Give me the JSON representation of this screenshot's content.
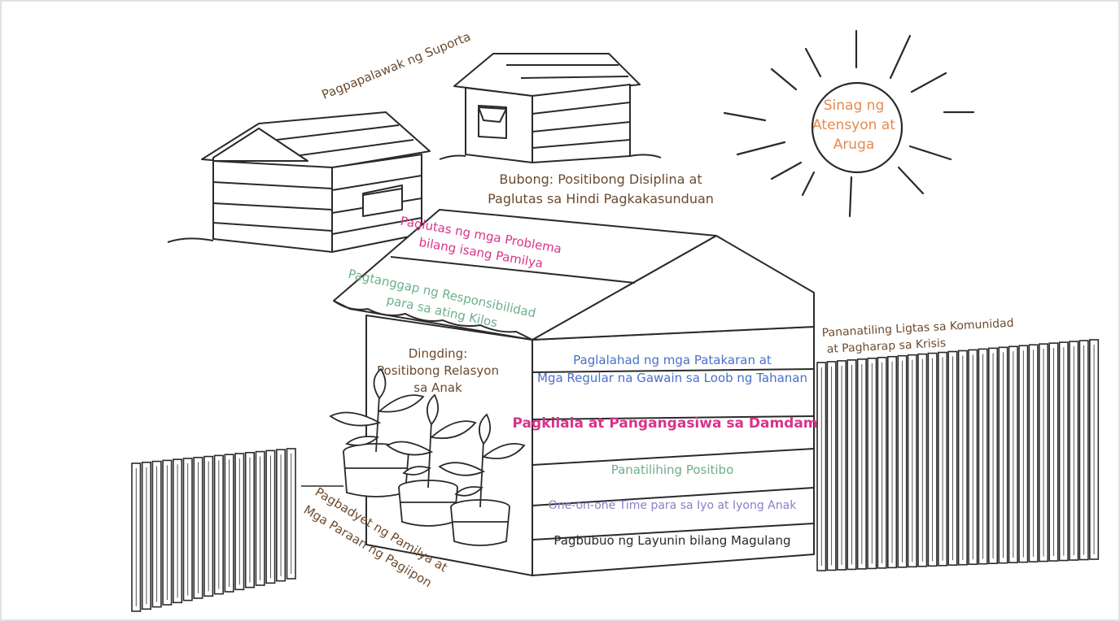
{
  "colors": {
    "ink": "#2a2a2a",
    "brown": "#6b4a2e",
    "orange": "#e58a4e",
    "magenta": "#d8338a",
    "green": "#6fae8c",
    "blue": "#4a6fc8",
    "lavender": "#8a7fc8"
  },
  "labels": {
    "support": "Pagpapalawak ng Suporta",
    "sun_line1": "Sinag ng",
    "sun_line2": "Atensyon at",
    "sun_line3": "Aruga",
    "roof_title_line1": "Bubong: Positibong Disiplina at",
    "roof_title_line2": "Paglutas sa Hindi Pagkakasunduan",
    "roof_problem_line1": "Paglutas ng mga Problema",
    "roof_problem_line2": "bilang isang Pamilya",
    "roof_resp_line1": "Pagtanggap ng Responsibilidad",
    "roof_resp_line2": "para sa ating Kilos",
    "wall_title_line1": "Dingding:",
    "wall_title_line2": "Positibong Relasyon",
    "wall_title_line3": "sa Anak",
    "community_line1": "Pananatiling Ligtas sa Komunidad",
    "community_line2": "at Pagharap sa Krisis",
    "budget_line1": "Pagbadyet ng Pamilya at",
    "budget_line2": "Mga Paraan ng Pagiipon"
  },
  "wall_layers": [
    {
      "line1": "Paglalahad ng mga Patakaran at",
      "line2": "Mga Regular na Gawain sa Loob ng Tahanan"
    },
    {
      "line1": "Pagkilala at Pangangasiwa sa Damdamin"
    },
    {
      "line1": "Panatilihing Positibo"
    },
    {
      "line1": "One-on-one Time para sa Iyo at Iyong Anak"
    },
    {
      "line1": "Pagbubuo ng Layunin bilang Magulang"
    }
  ]
}
